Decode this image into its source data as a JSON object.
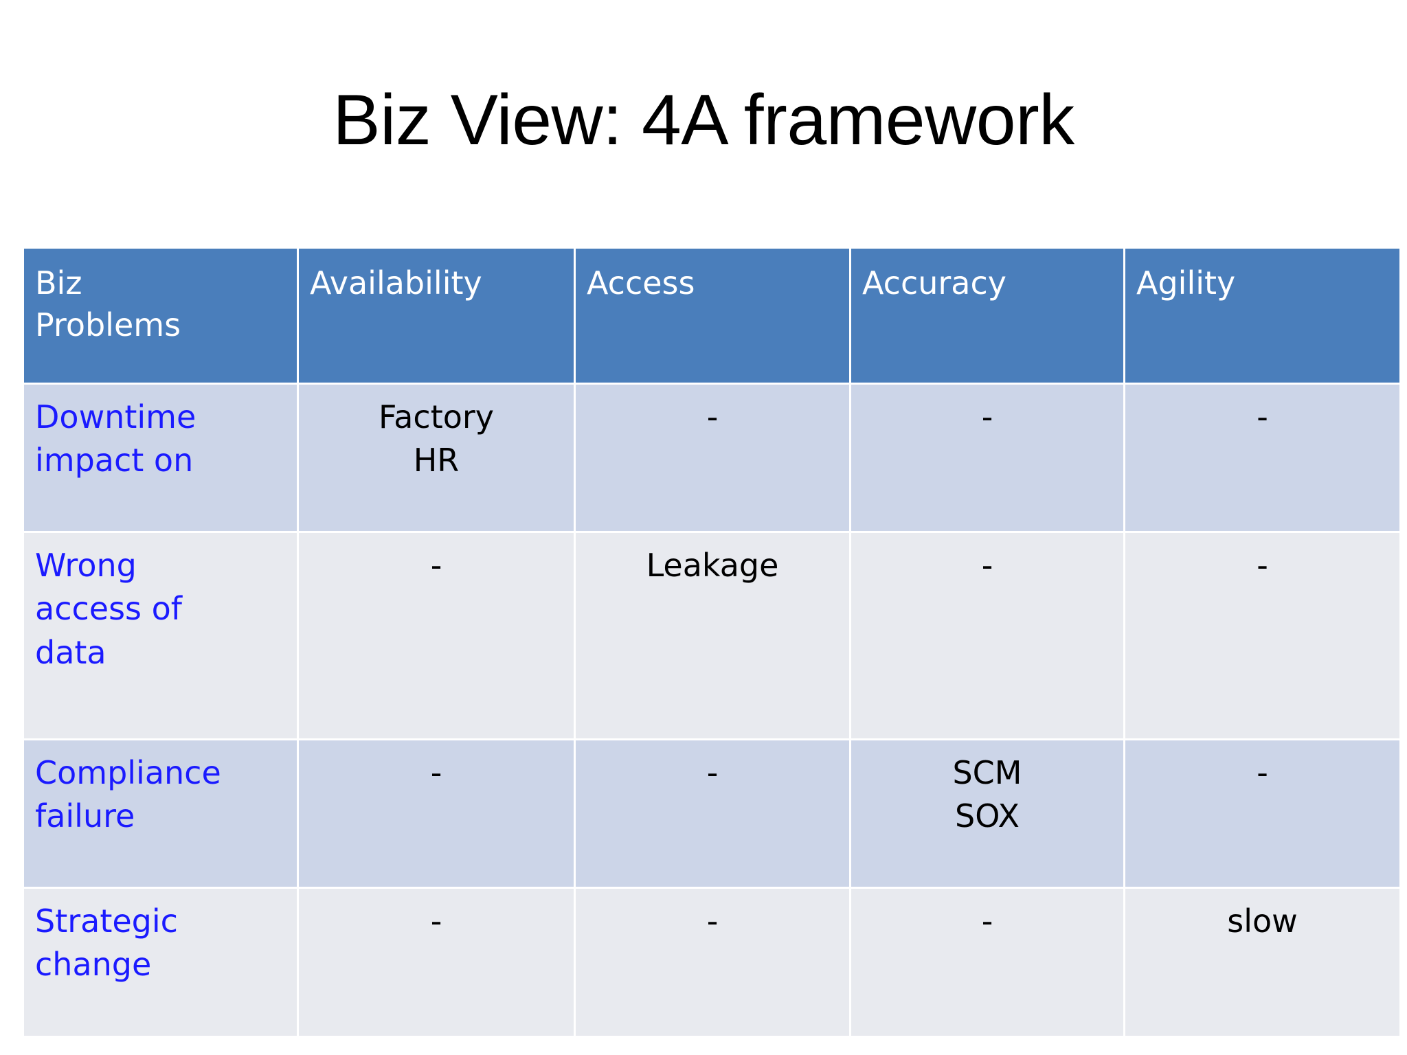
{
  "slide": {
    "title": "Biz View: 4A framework",
    "colors": {
      "header_blue": "#4a7ebb",
      "row_shaded": "#ccd5e8",
      "row_plain": "#e8eaef",
      "problem_text_blue": "#1a1aff",
      "value_text": "#000000",
      "header_text": "#ffffff",
      "background": "#ffffff"
    }
  },
  "table": {
    "headers": [
      "Biz\nProblems",
      "Availability",
      "Access",
      "Accuracy",
      "Agility"
    ],
    "rows": [
      {
        "problem": "Downtime\nimpact on",
        "availability": "Factory\nHR",
        "access": "-",
        "accuracy": "-",
        "agility": "-"
      },
      {
        "problem": "Wrong\naccess of\ndata",
        "availability": "-",
        "access": "Leakage",
        "accuracy": "-",
        "agility": "-"
      },
      {
        "problem": "Compliance\nfailure",
        "availability": "-",
        "access": "-",
        "accuracy": "SCM\nSOX",
        "agility": "-"
      },
      {
        "problem": "Strategic\nchange",
        "availability": "-",
        "access": "-",
        "accuracy": "-",
        "agility": "slow"
      }
    ]
  }
}
